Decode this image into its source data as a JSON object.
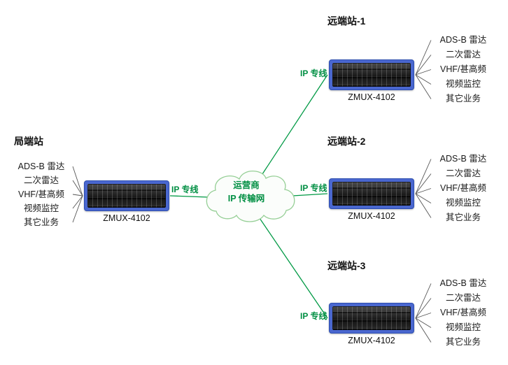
{
  "colors": {
    "line_green": "#009944",
    "label_green": "#008f43",
    "cloud_stroke": "#96cf96",
    "cloud_fill": "#fbfdfb",
    "device_blue": "#4a67cf"
  },
  "cloud": {
    "line1": "运营商",
    "line2": "IP 传输网"
  },
  "link_label": "IP 专线",
  "stations": {
    "local": {
      "title": "局端站",
      "device_label": "ZMUX-4102",
      "services": [
        "ADS-B 雷达",
        "二次雷达",
        "VHF/甚高频",
        "视频监控",
        "其它业务"
      ]
    },
    "remote1": {
      "title": "远端站-1",
      "device_label": "ZMUX-4102",
      "services": [
        "ADS-B 雷达",
        "二次雷达",
        "VHF/甚高频",
        "视频监控",
        "其它业务"
      ]
    },
    "remote2": {
      "title": "远端站-2",
      "device_label": "ZMUX-4102",
      "services": [
        "ADS-B 雷达",
        "二次雷达",
        "VHF/甚高频",
        "视频监控",
        "其它业务"
      ]
    },
    "remote3": {
      "title": "远端站-3",
      "device_label": "ZMUX-4102",
      "services": [
        "ADS-B 雷达",
        "二次雷达",
        "VHF/甚高频",
        "视频监控",
        "其它业务"
      ]
    }
  }
}
